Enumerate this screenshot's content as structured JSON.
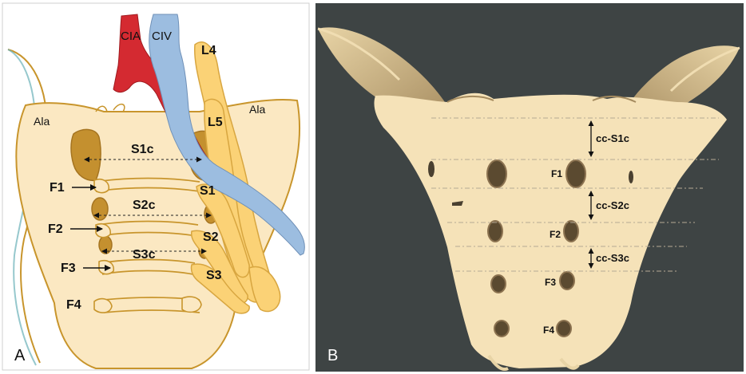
{
  "panel_a": {
    "letter": "A",
    "labels": {
      "cia": "CIA",
      "civ": "CIV",
      "l4": "L4",
      "l5": "L5",
      "ala_left": "Ala",
      "ala_right": "Ala",
      "s1c": "S1c",
      "s2c": "S2c",
      "s3c": "S3c",
      "s1": "S1",
      "s2": "S2",
      "s3": "S3",
      "f1": "F1",
      "f2": "F2",
      "f3": "F3",
      "f4": "F4"
    }
  },
  "panel_b": {
    "letter": "B",
    "labels": {
      "cc_s1c": "cc-S1c",
      "cc_s2c": "cc-S2c",
      "cc_s3c": "cc-S3c",
      "f1": "F1",
      "f2": "F2",
      "f3": "F3",
      "f4": "F4"
    }
  },
  "colors": {
    "bone": "#fbe8c2",
    "outline": "#c8952c",
    "ganglion": "#c4902f",
    "nerve": "#fbd276",
    "artery": "#d42a31",
    "vein": "#9cbde0",
    "render_bg": "#3e4444",
    "render_bone": "#f5e2b8"
  }
}
